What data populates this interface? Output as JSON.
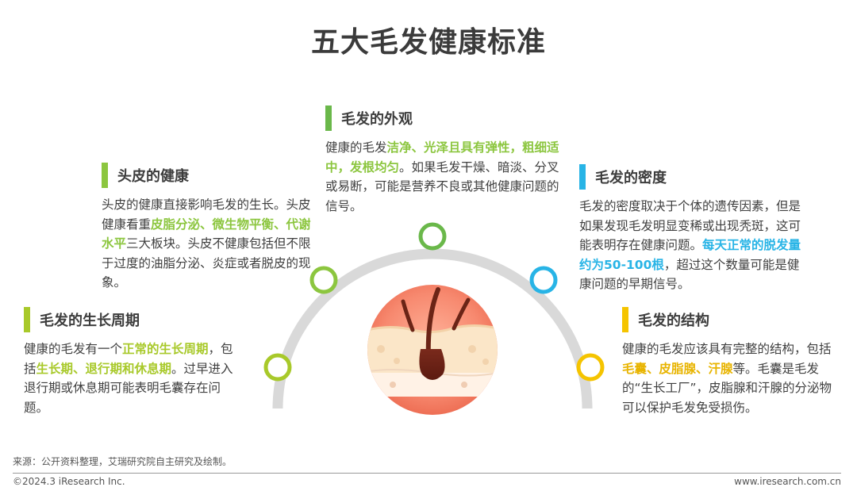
{
  "title": "五大毛发健康标准",
  "colors": {
    "green": "#6ab84a",
    "lime": "#8cc63f",
    "yellowgreen": "#a8c92a",
    "cyan": "#28b4e6",
    "yellow": "#f5c400",
    "arc": "#d9d9d9"
  },
  "sections": {
    "appearance": {
      "heading": "毛发的外观",
      "parts": [
        {
          "t": "健康的毛发"
        },
        {
          "t": "洁净、光泽且具有弹性，粗细适中，发根均匀",
          "hl": true
        },
        {
          "t": "。如果毛发干燥、暗淡、分叉或易断，可能是营养不良或其他健康问题的信号。"
        }
      ]
    },
    "scalp": {
      "heading": "头皮的健康",
      "parts": [
        {
          "t": "头皮的健康直接影响毛发的生长。头皮健康看重"
        },
        {
          "t": "皮脂分泌、微生物平衡、代谢水平",
          "hl": true
        },
        {
          "t": "三大板块。头皮不健康包括但不限于过度的油脂分泌、炎症或者脱皮的现象。"
        }
      ]
    },
    "cycle": {
      "heading": "毛发的生长周期",
      "parts": [
        {
          "t": "健康的毛发有一个"
        },
        {
          "t": "正常的生长周期",
          "hl": true
        },
        {
          "t": "，包括"
        },
        {
          "t": "生长期、退行期和休息期",
          "hl": true
        },
        {
          "t": "。过早进入退行期或休息期可能表明毛囊存在问题。"
        }
      ]
    },
    "density": {
      "heading": "毛发的密度",
      "parts": [
        {
          "t": "毛发的密度取决于个体的遗传因素，但是如果发现毛发明显变稀或出现秃斑，这可能表明存在健康问题。"
        },
        {
          "t": "每天正常的脱发量约为50-100根",
          "hl": true
        },
        {
          "t": "，超过这个数量可能是健康问题的早期信号。"
        }
      ]
    },
    "structure": {
      "heading": "毛发的结构",
      "parts": [
        {
          "t": "健康的毛发应该具有完整的结构，包括"
        },
        {
          "t": "毛囊、皮脂腺、汗腺",
          "hl": true
        },
        {
          "t": "等。毛囊是毛发的“生长工厂”，皮脂腺和汗腺的分泌物可以保护毛发免受损伤。"
        }
      ]
    }
  },
  "footer": {
    "source": "来源：公开资料整理，艾瑞研究院自主研究及绘制。",
    "copyright": "©2024.3 iResearch Inc.",
    "website": "www.iresearch.com.cn"
  }
}
